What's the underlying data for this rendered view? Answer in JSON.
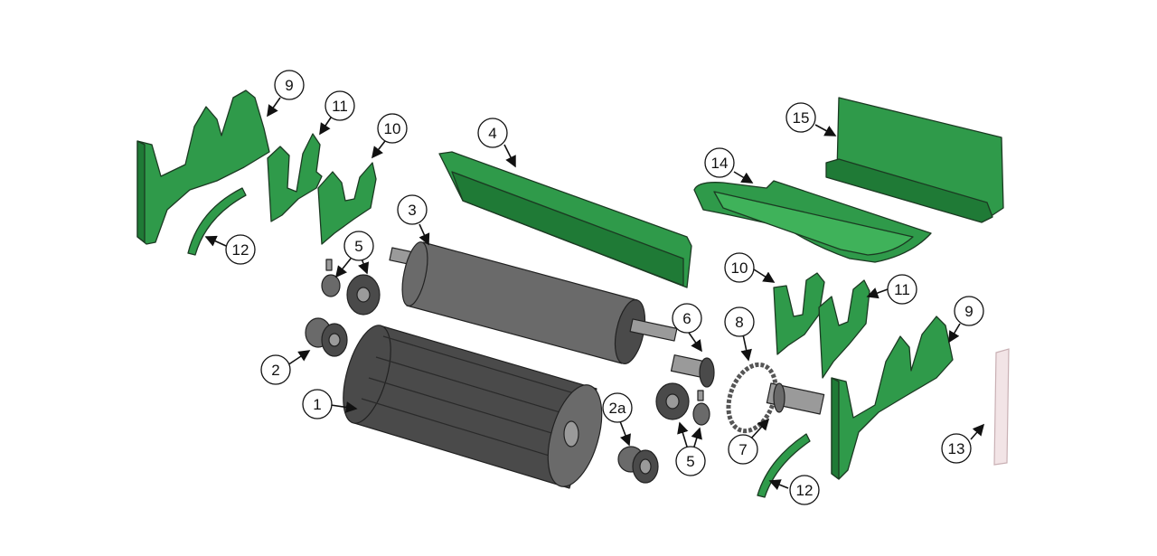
{
  "colors": {
    "panel_green": "#2f9a4a",
    "panel_green_light": "#3fb25a",
    "panel_green_dark": "#1f7a36",
    "roller_dark": "#4a4a4a",
    "roller_mid": "#6a6a6a",
    "shaft_gray": "#9a9a9a",
    "strip_pink": "#f2e4e6"
  },
  "callouts": [
    {
      "id": "c1",
      "label": "1"
    },
    {
      "id": "c2",
      "label": "2"
    },
    {
      "id": "c2a",
      "label": "2a"
    },
    {
      "id": "c3",
      "label": "3"
    },
    {
      "id": "c4",
      "label": "4"
    },
    {
      "id": "c5a",
      "label": "5"
    },
    {
      "id": "c5b",
      "label": "5"
    },
    {
      "id": "c6",
      "label": "6"
    },
    {
      "id": "c7",
      "label": "7"
    },
    {
      "id": "c8",
      "label": "8"
    },
    {
      "id": "c9a",
      "label": "9"
    },
    {
      "id": "c9b",
      "label": "9"
    },
    {
      "id": "c10a",
      "label": "10"
    },
    {
      "id": "c10b",
      "label": "10"
    },
    {
      "id": "c11a",
      "label": "11"
    },
    {
      "id": "c11b",
      "label": "11"
    },
    {
      "id": "c12a",
      "label": "12"
    },
    {
      "id": "c12b",
      "label": "12"
    },
    {
      "id": "c13",
      "label": "13"
    },
    {
      "id": "c14",
      "label": "14"
    },
    {
      "id": "c15",
      "label": "15"
    }
  ]
}
